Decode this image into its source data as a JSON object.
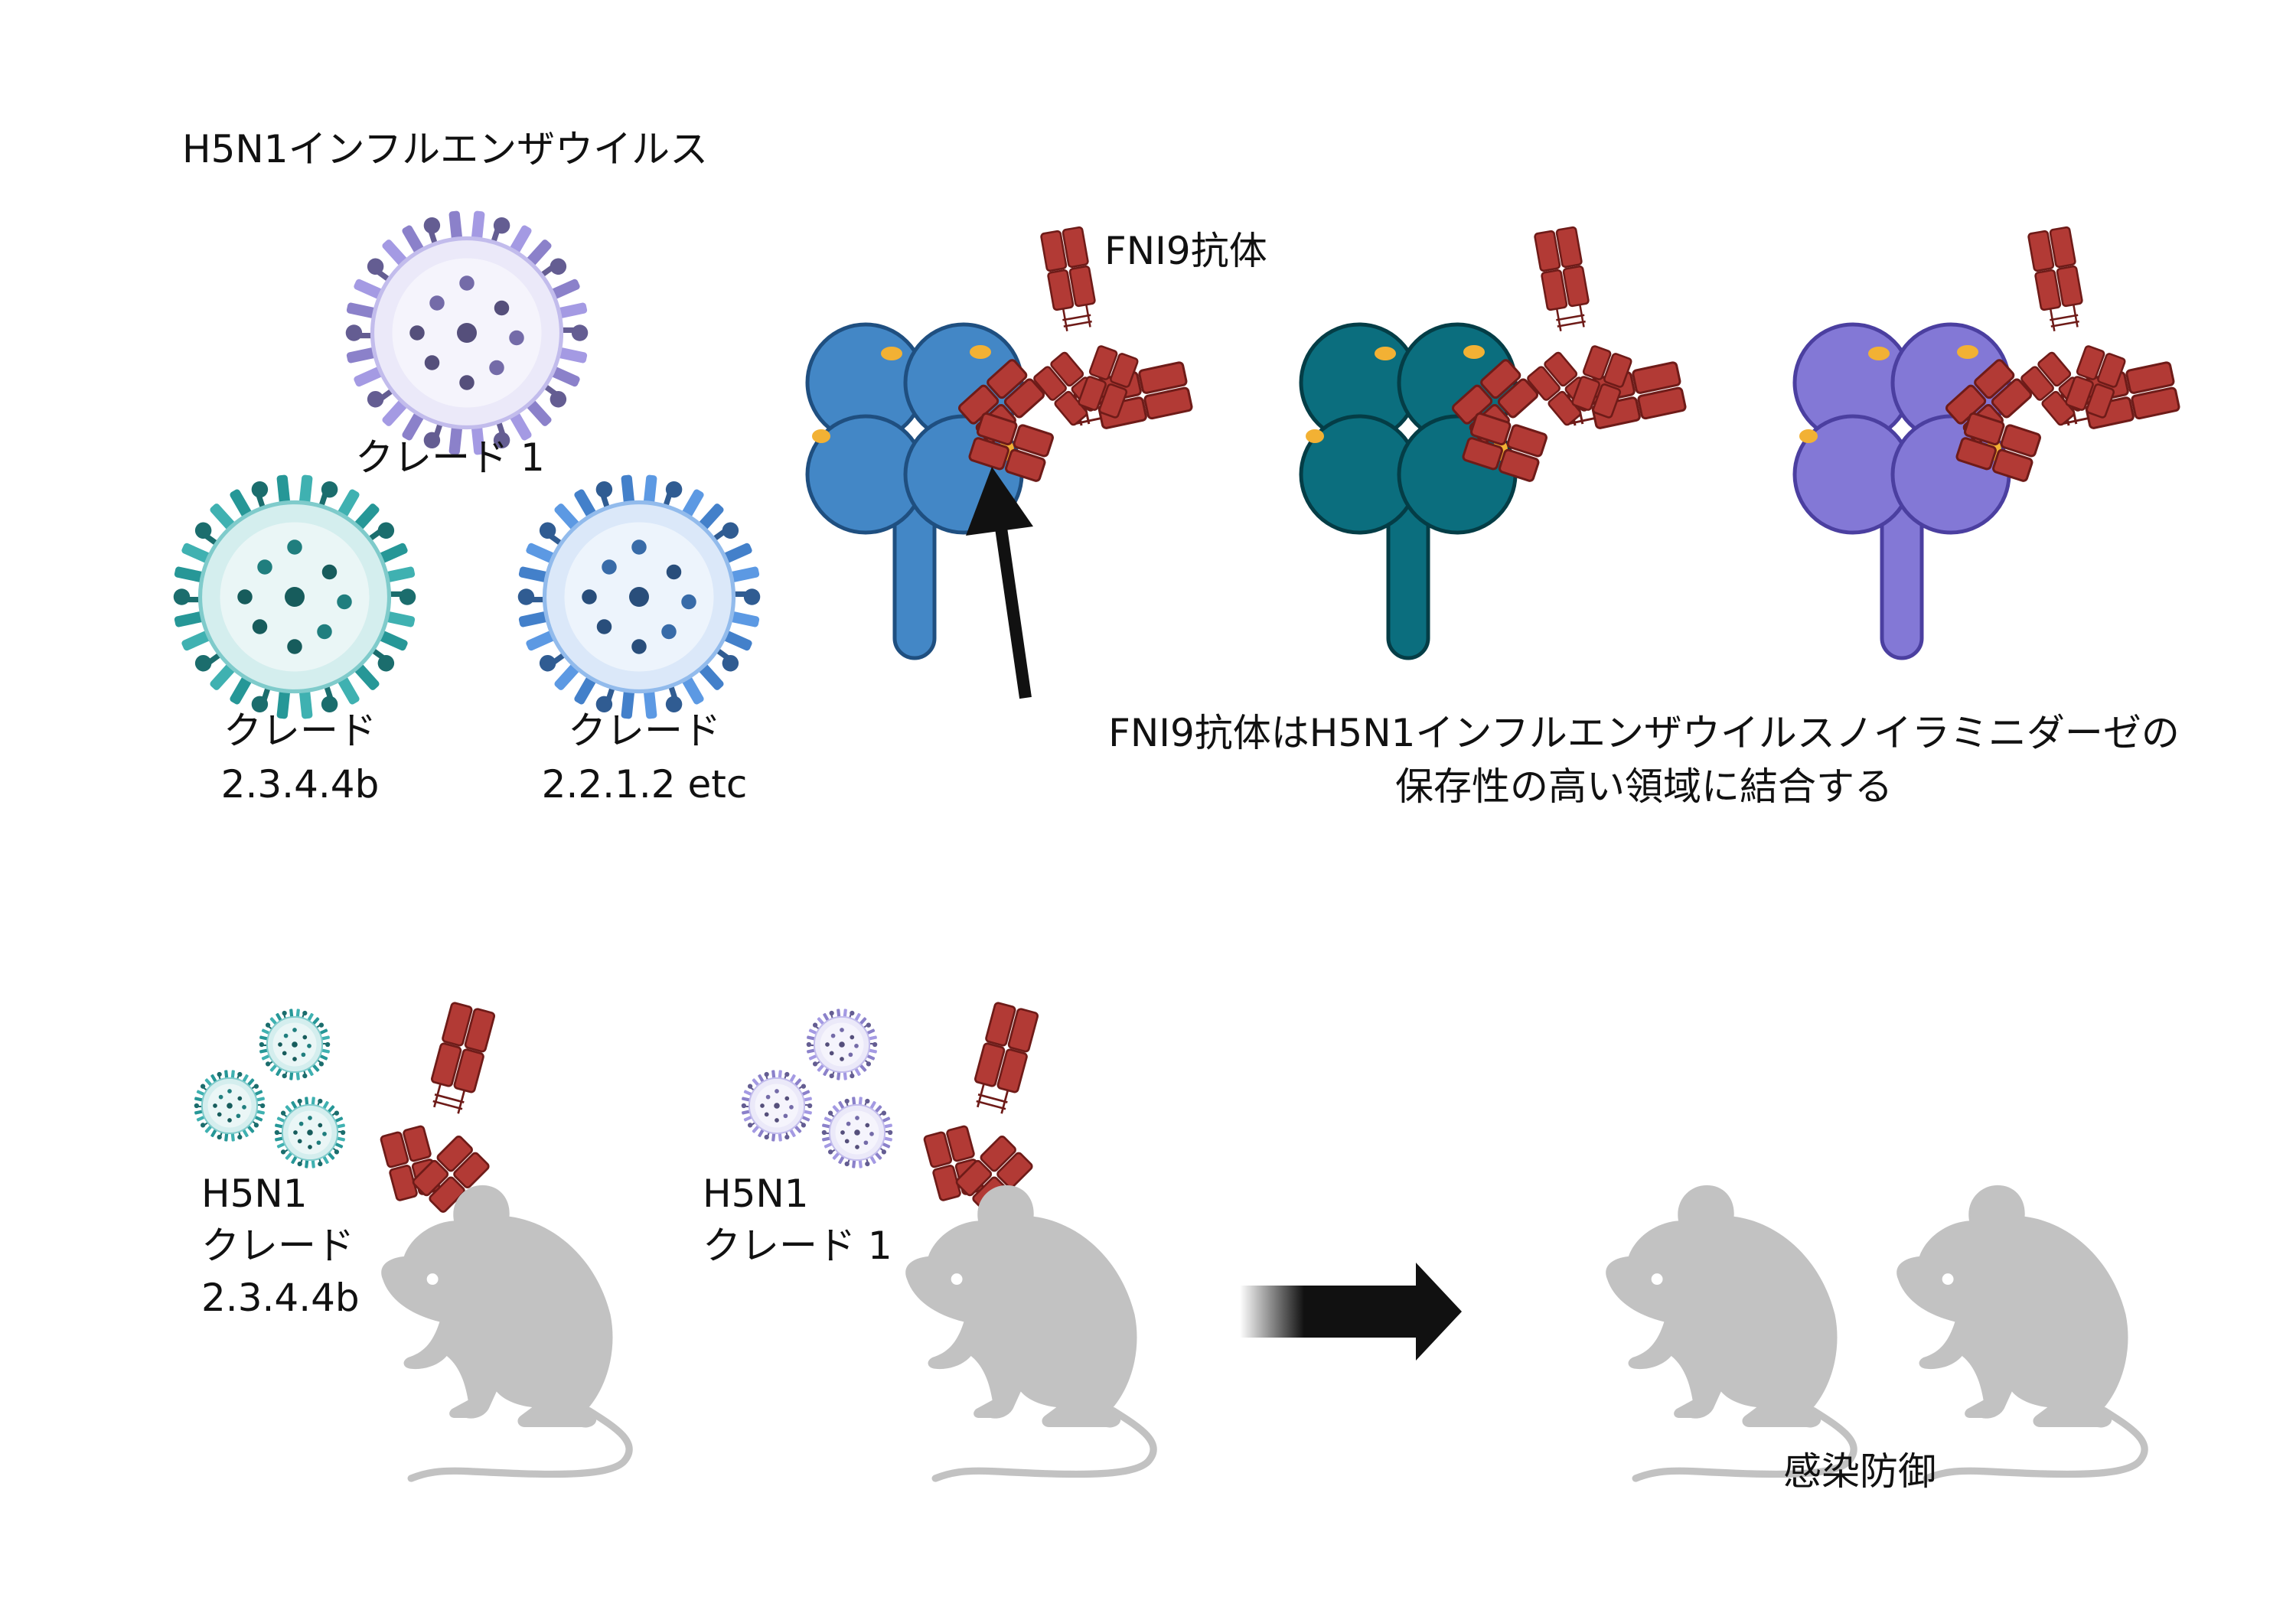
{
  "labels": {
    "virus_title": "H5N1インフルエンザウイルス",
    "clade1": "クレード 1",
    "clade2344b_line1": "クレード",
    "clade2344b_line2": "2.3.4.4b",
    "clade2212_line1": "クレード",
    "clade2212_line2": "2.2.1.2 etc",
    "antibody": "FNI9抗体",
    "binding_line1": "FNI9抗体はH5N1インフルエンザウイルスノイラミニダーゼの",
    "binding_line2": "保存性の高い領域に結合する",
    "mouse1_line1": "H5N1",
    "mouse1_line2": "クレード",
    "mouse1_line3": "2.3.4.4b",
    "mouse2_line1": "H5N1",
    "mouse2_line2": "クレード 1",
    "protection": "感染防御"
  },
  "colors": {
    "clade1": "#9a8fe0",
    "clade2344b": "#2aa8a8",
    "clade2212": "#4a8ee0",
    "na_blue": "#4387c6",
    "na_teal": "#0b6e7e",
    "na_purple": "#8378d6",
    "antibody": "#b23a35",
    "epitope": "#f2b134",
    "mouse": "#c2c2c2",
    "arrow": "#111111"
  }
}
